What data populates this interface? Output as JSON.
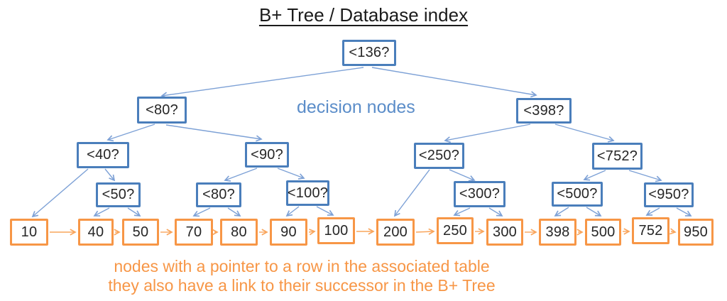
{
  "title": "B+ Tree / Database index",
  "labels": {
    "decision_nodes": "decision nodes",
    "footer_line1": "nodes with a pointer to a row in the associated table",
    "footer_line2": "they also have a link to their successor in the B+ Tree"
  },
  "colors": {
    "decision_border": "#4a7ebb",
    "decision_arrow": "#7da1d6",
    "decision_label": "#5b8dc9",
    "leaf_border": "#f79646",
    "leaf_arrow": "#f9a55c",
    "footer_text": "#f79646",
    "node_text": "#262626"
  },
  "tree": {
    "root": "<136?",
    "level2": [
      "<80?",
      "<398?"
    ],
    "level3": [
      "<40?",
      "<90?",
      "<250?",
      "<752?"
    ],
    "level4": [
      "<50?",
      "<80?",
      "<100?",
      "<300?",
      "<500?",
      "<950?"
    ],
    "leaves": [
      "10",
      "40",
      "50",
      "70",
      "80",
      "90",
      "100",
      "200",
      "250",
      "300",
      "398",
      "500",
      "752",
      "950"
    ]
  }
}
